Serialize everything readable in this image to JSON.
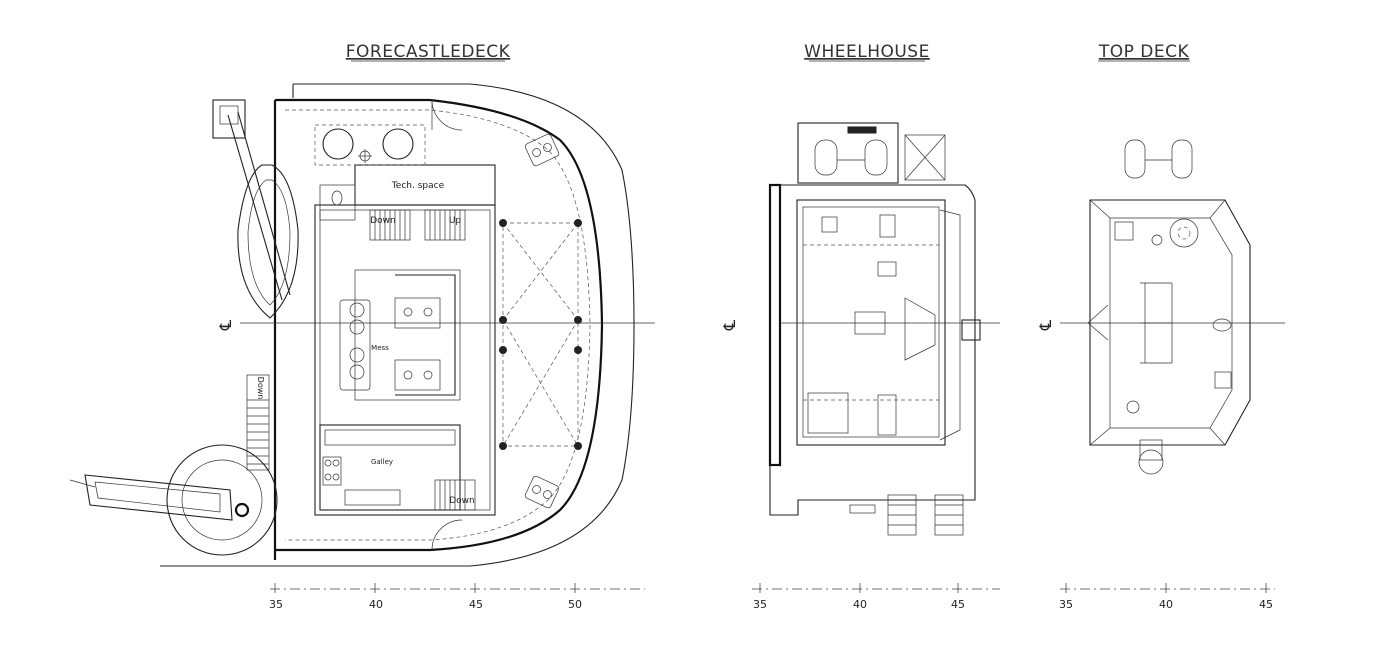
{
  "titles": {
    "forecastle": "FORECASTLEDECK",
    "wheelhouse": "WHEELHOUSE",
    "topdeck": "TOP DECK"
  },
  "rooms": {
    "tech_space": "Tech. space",
    "mess": "Mess",
    "galley": "Galley"
  },
  "stairs": {
    "down1": "Down",
    "up1": "Up",
    "down2": "Down",
    "down3": "Down"
  },
  "centerline_symbol": "℄",
  "scales": {
    "forecastle": [
      "35",
      "40",
      "45",
      "50"
    ],
    "wheelhouse": [
      "35",
      "40",
      "45"
    ],
    "topdeck": [
      "35",
      "40",
      "45"
    ]
  }
}
